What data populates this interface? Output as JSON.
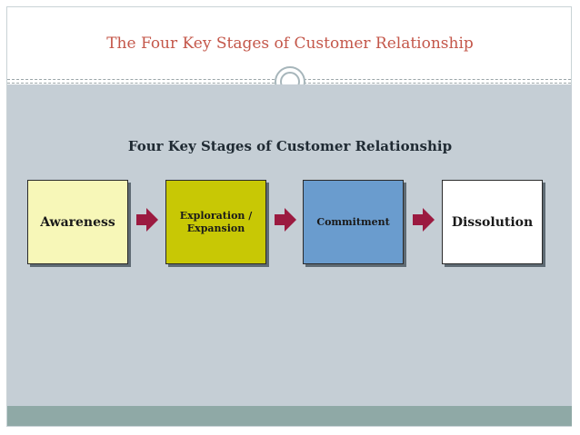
{
  "slide": {
    "title": "The Four Key Stages of Customer Relationship"
  },
  "diagram": {
    "title": "Four Key Stages of Customer Relationship",
    "stages": [
      {
        "label": "Awareness",
        "color": "#f7f7b8"
      },
      {
        "label": "Exploration /\nExpansion",
        "color": "#c8c805"
      },
      {
        "label": "Commitment",
        "color": "#6a9cce"
      },
      {
        "label": "Dissolution",
        "color": "#ffffff"
      }
    ],
    "arrow_color": "#9b1a40",
    "arrow_icon": "right-arrow-icon"
  },
  "theme": {
    "title_color": "#c4574a",
    "content_bg": "#c5ced5",
    "footer_bg": "#8fa9a6"
  }
}
